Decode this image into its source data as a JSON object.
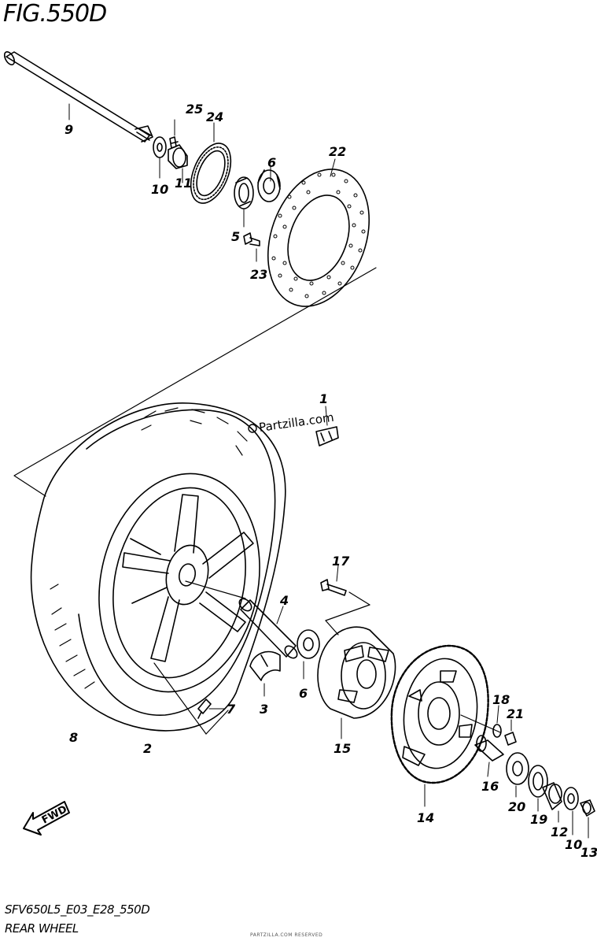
{
  "figure": {
    "title": "FIG.550D",
    "code": "SFV650L5_E03_E28_550D",
    "name": "REAR WHEEL",
    "watermark": "Partzilla.com",
    "direction_label": "FWD",
    "footnote": "PARTZILLA.COM RESERVED"
  },
  "callouts": [
    {
      "id": "c1",
      "label": "1"
    },
    {
      "id": "c2",
      "label": "2"
    },
    {
      "id": "c3",
      "label": "3"
    },
    {
      "id": "c4",
      "label": "4"
    },
    {
      "id": "c5",
      "label": "5"
    },
    {
      "id": "c6a",
      "label": "6"
    },
    {
      "id": "c6b",
      "label": "6"
    },
    {
      "id": "c7",
      "label": "7"
    },
    {
      "id": "c8",
      "label": "8"
    },
    {
      "id": "c9",
      "label": "9"
    },
    {
      "id": "c10a",
      "label": "10"
    },
    {
      "id": "c10b",
      "label": "10"
    },
    {
      "id": "c11",
      "label": "11"
    },
    {
      "id": "c12",
      "label": "12"
    },
    {
      "id": "c13",
      "label": "13"
    },
    {
      "id": "c14",
      "label": "14"
    },
    {
      "id": "c15",
      "label": "15"
    },
    {
      "id": "c16",
      "label": "16"
    },
    {
      "id": "c17",
      "label": "17"
    },
    {
      "id": "c18",
      "label": "18"
    },
    {
      "id": "c19",
      "label": "19"
    },
    {
      "id": "c20",
      "label": "20"
    },
    {
      "id": "c21",
      "label": "21"
    },
    {
      "id": "c22",
      "label": "22"
    },
    {
      "id": "c23",
      "label": "23"
    },
    {
      "id": "c24",
      "label": "24"
    },
    {
      "id": "c25",
      "label": "25"
    }
  ]
}
